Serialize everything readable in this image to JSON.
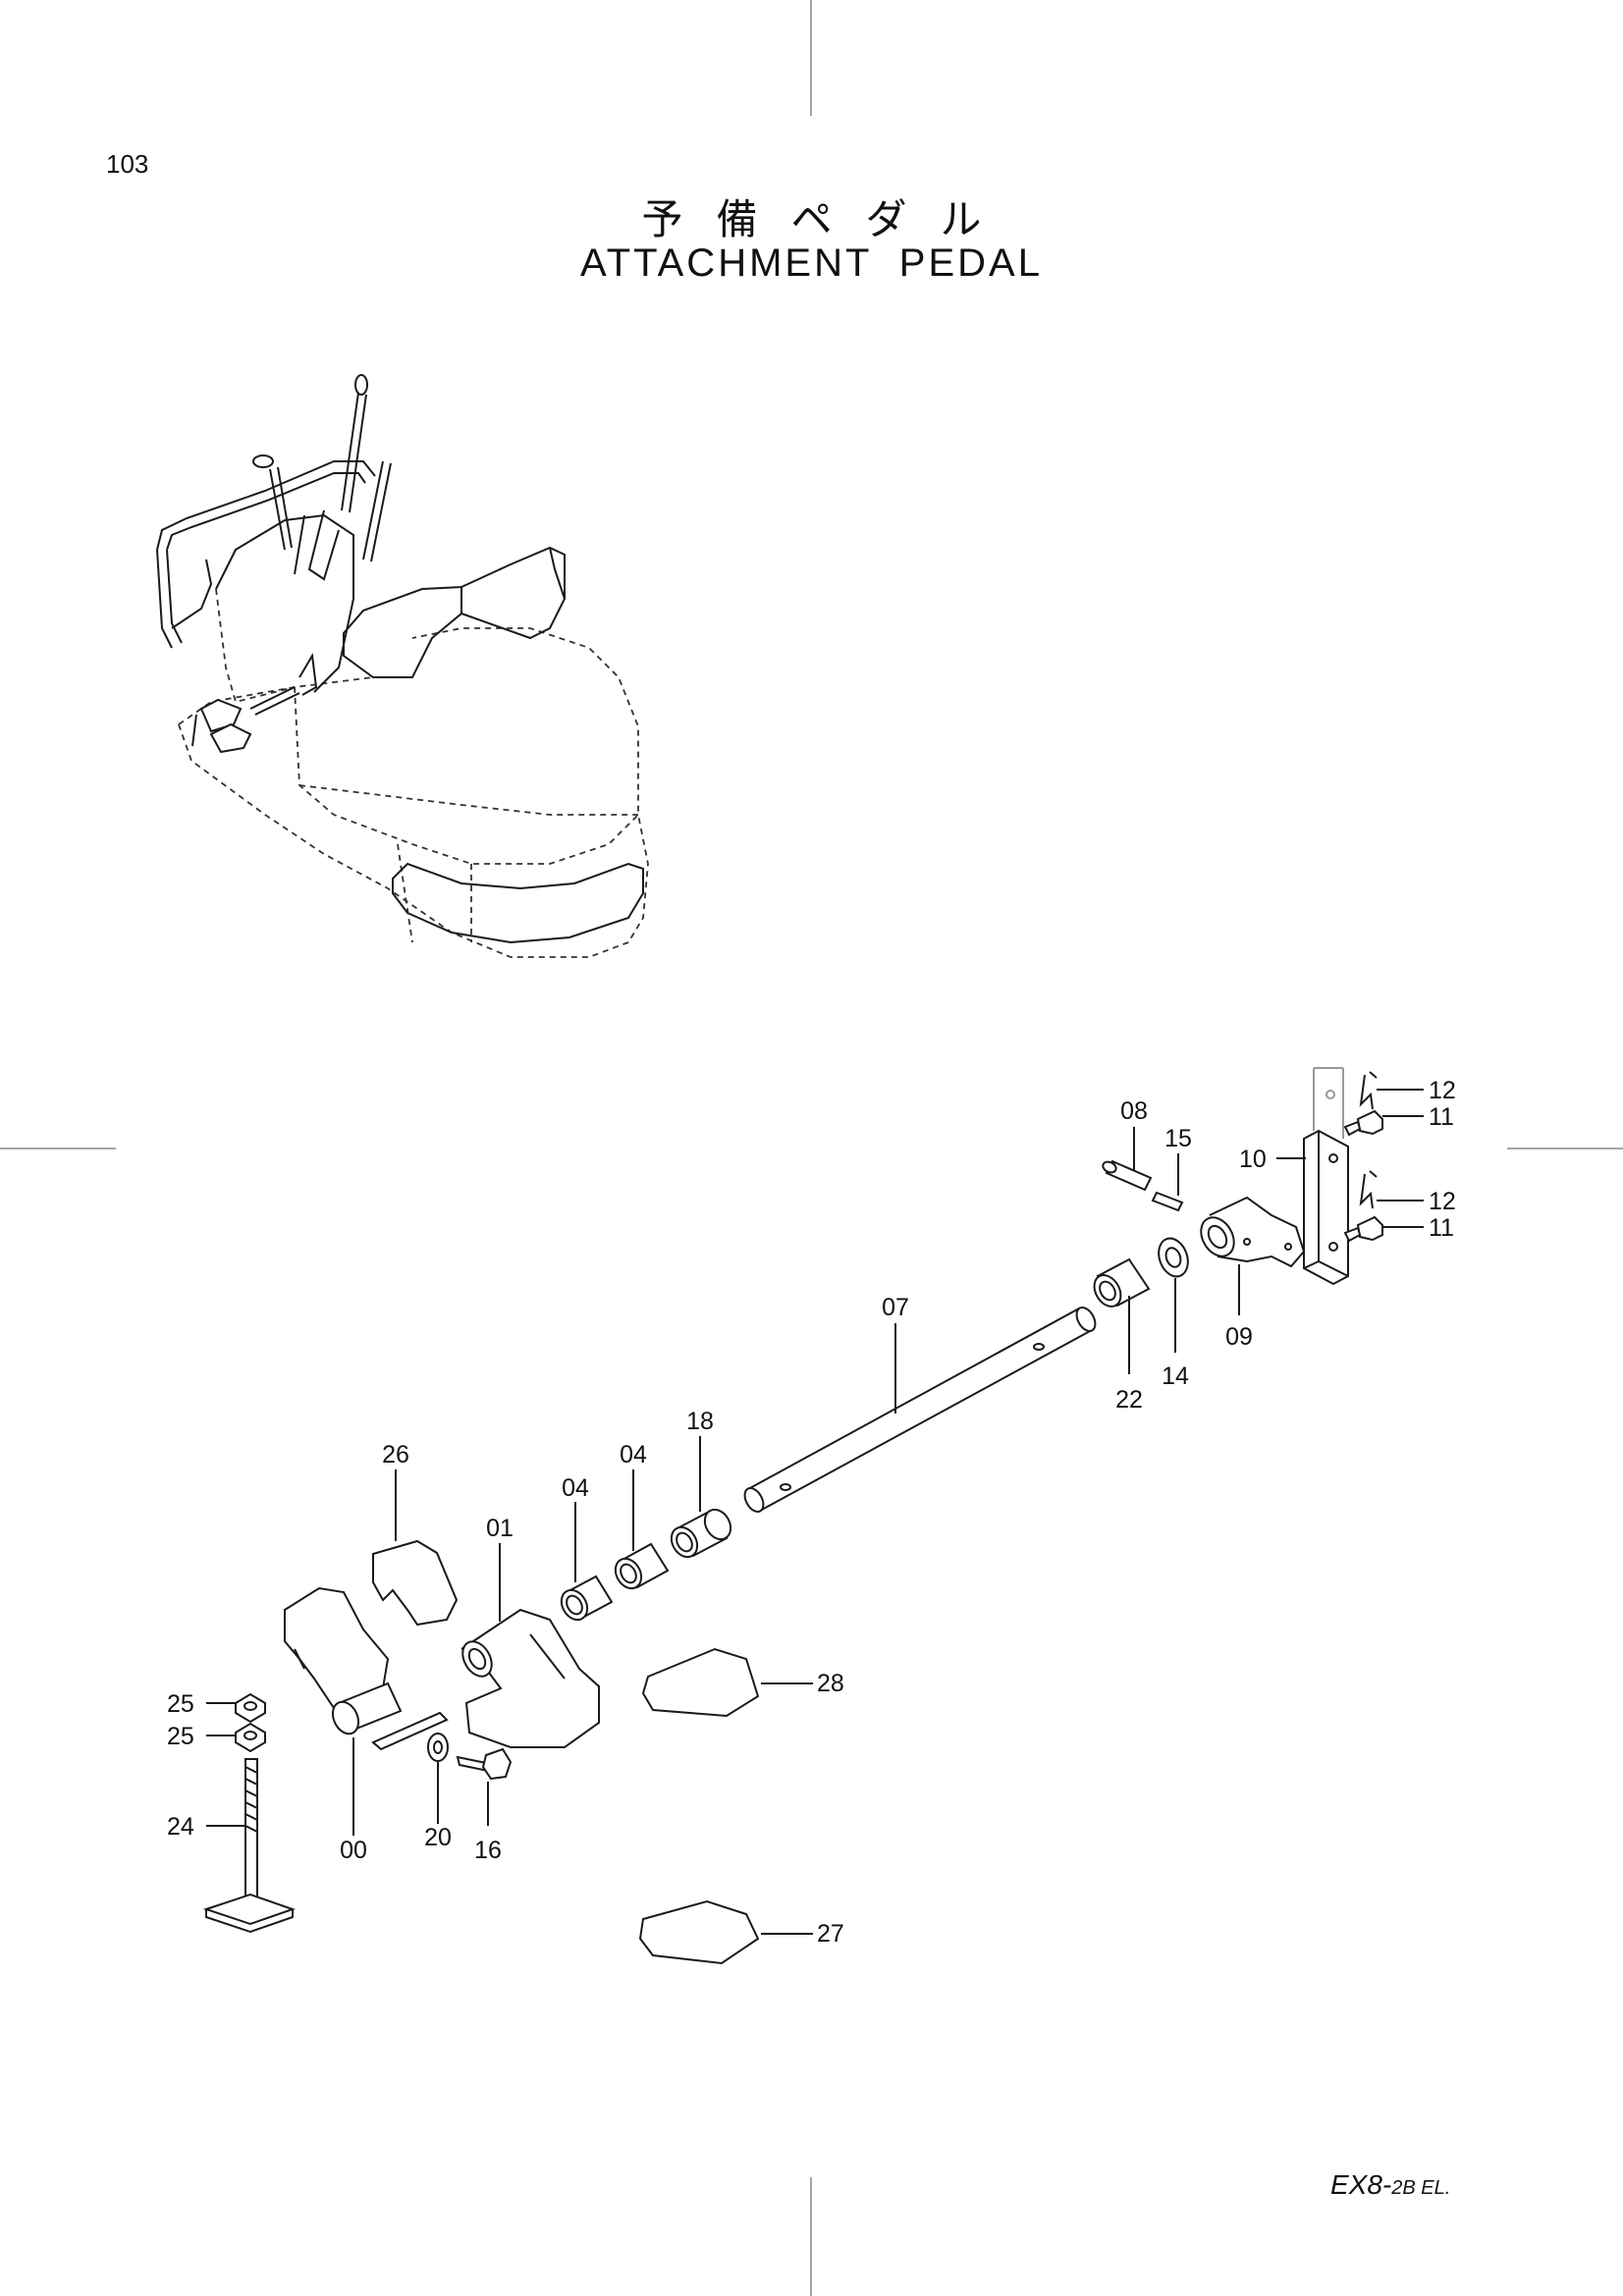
{
  "page_number": "103",
  "title_jp": "予備ペダル",
  "title_en": "ATTACHMENT PEDAL",
  "footer": {
    "model": "EX8-",
    "suffix": "2B EL."
  },
  "callouts": {
    "c00": "00",
    "c01": "01",
    "c04a": "04",
    "c04b": "04",
    "c07": "07",
    "c08": "08",
    "c09": "09",
    "c10": "10",
    "c11a": "11",
    "c11b": "11",
    "c12a": "12",
    "c12b": "12",
    "c14": "14",
    "c15": "15",
    "c16": "16",
    "c18": "18",
    "c20": "20",
    "c22": "22",
    "c24": "24",
    "c25a": "25",
    "c25b": "25",
    "c26": "26",
    "c27": "27",
    "c28": "28"
  }
}
